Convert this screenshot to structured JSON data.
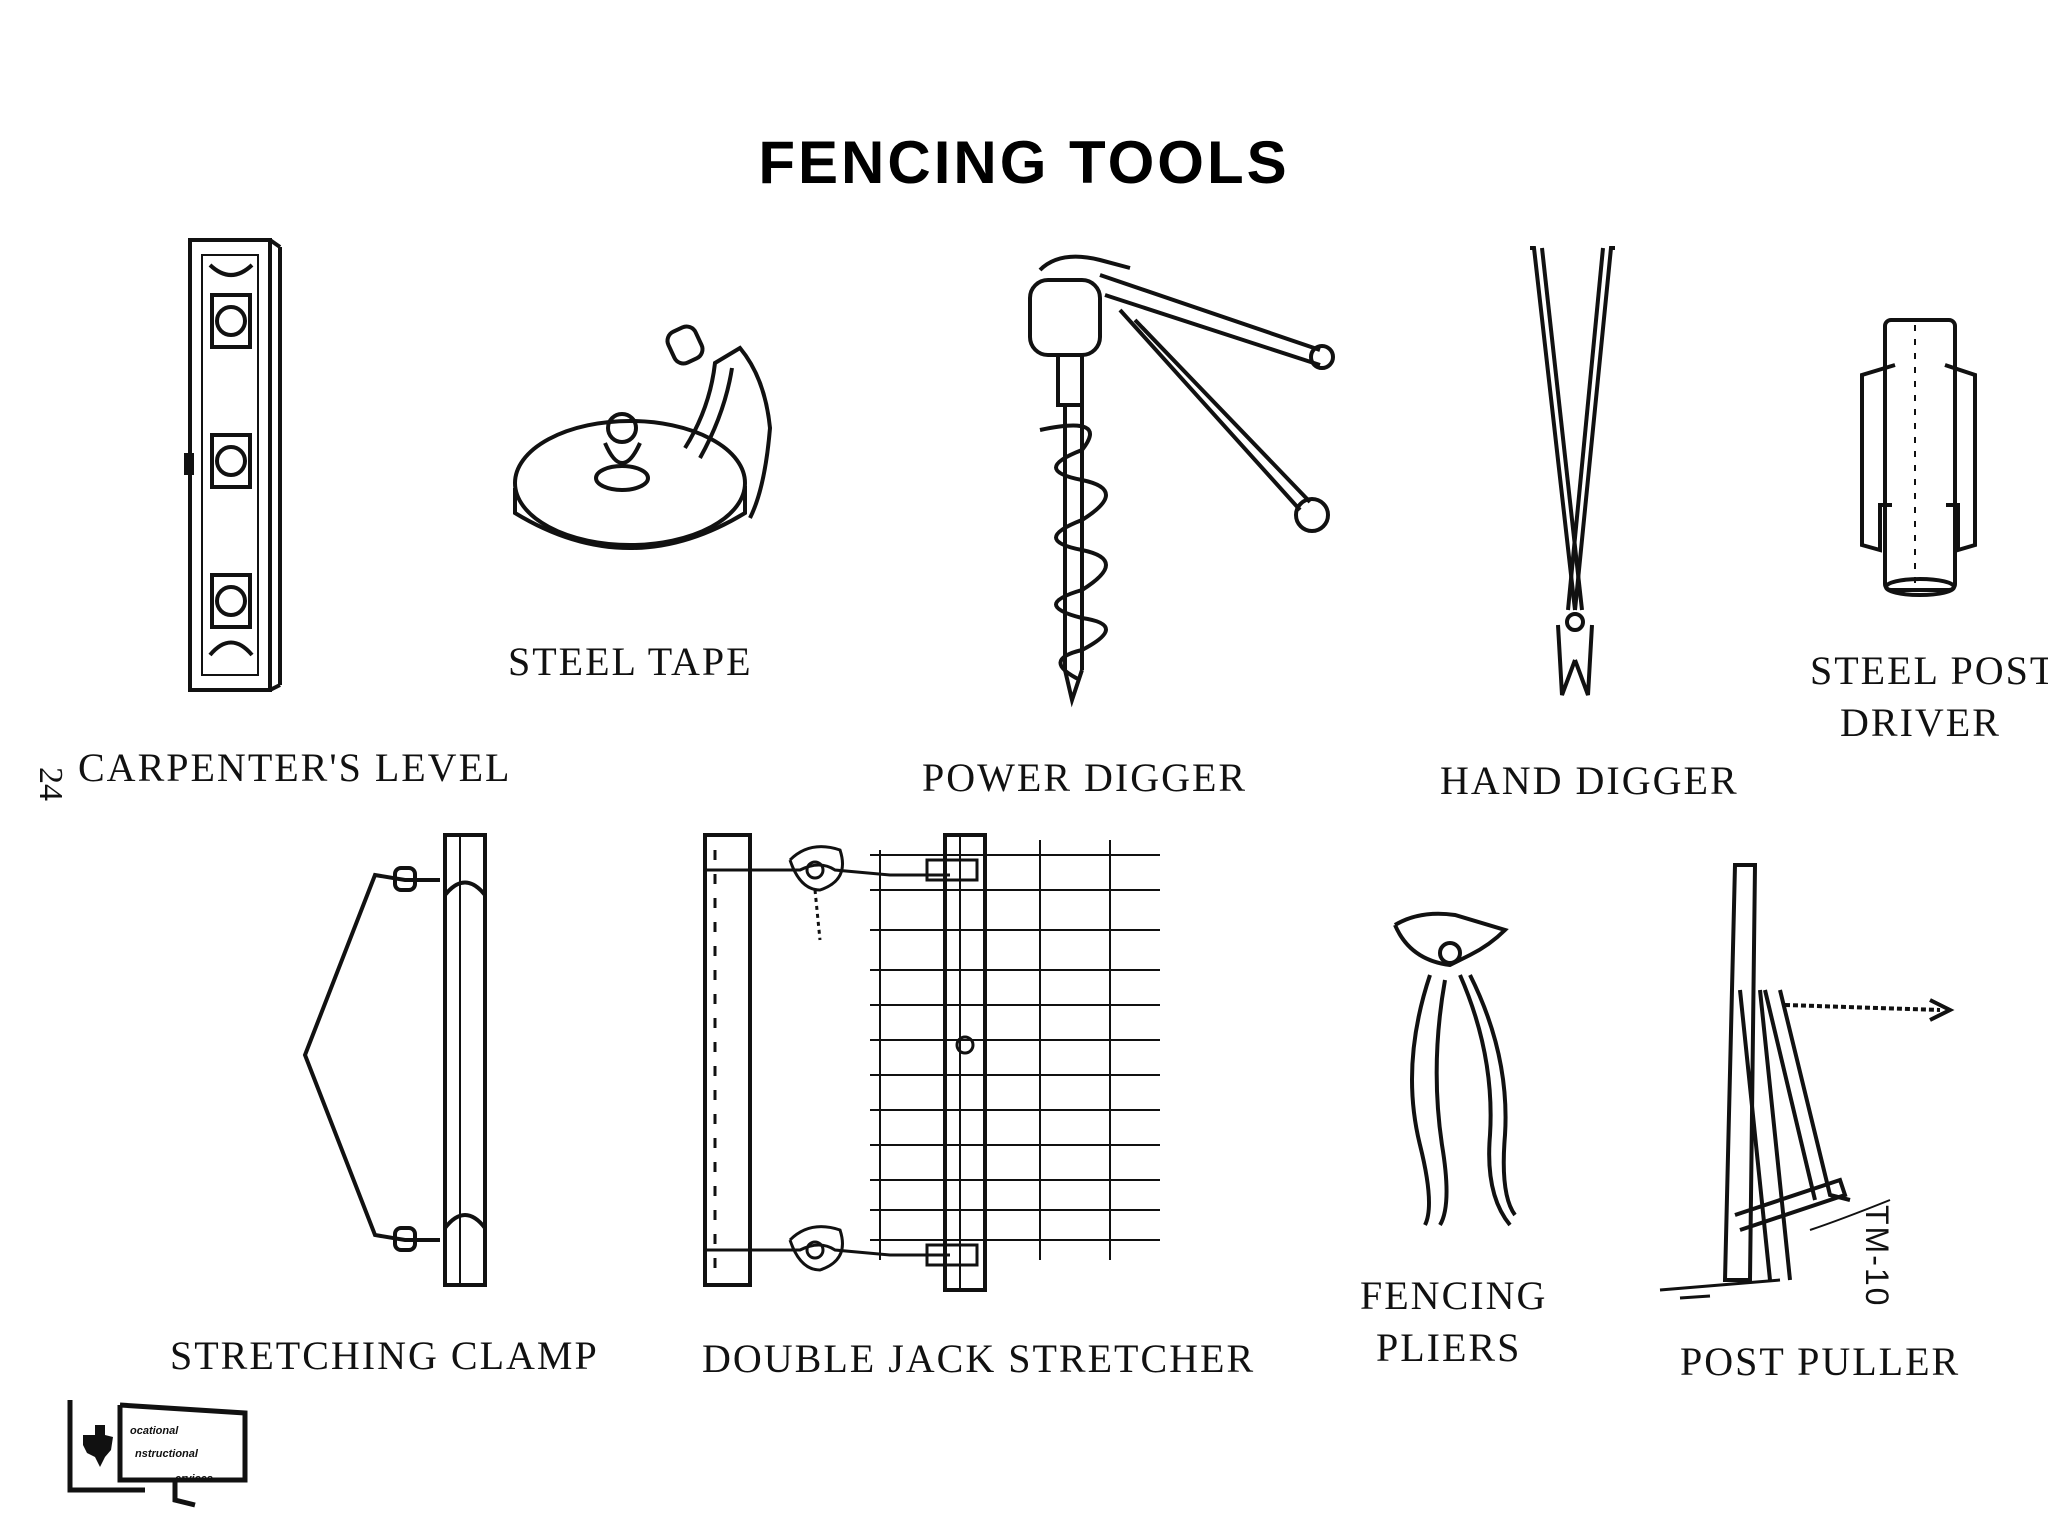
{
  "title": "FENCING TOOLS",
  "page_number": "24",
  "figure_code": "TM-10",
  "labels": {
    "carpenters_level": "CARPENTER'S LEVEL",
    "steel_tape": "STEEL TAPE",
    "power_digger": "POWER DIGGER",
    "hand_digger": "HAND DIGGER",
    "steel_post_driver_1": "STEEL POST",
    "steel_post_driver_2": "DRIVER",
    "stretching_clamp": "STRETCHING CLAMP",
    "double_jack_stretcher": "DOUBLE JACK STRETCHER",
    "fencing_pliers_1": "FENCING",
    "fencing_pliers_2": "PLIERS",
    "post_puller": "POST PULLER"
  },
  "logo": {
    "line1": "ocational",
    "line2": "nstructional",
    "line3": "ervices"
  },
  "icons": [
    "carpenters-level-icon",
    "steel-tape-icon",
    "power-digger-icon",
    "hand-digger-icon",
    "steel-post-driver-icon",
    "stretching-clamp-icon",
    "double-jack-stretcher-icon",
    "fencing-pliers-icon",
    "post-puller-icon",
    "texas-logo-icon"
  ]
}
